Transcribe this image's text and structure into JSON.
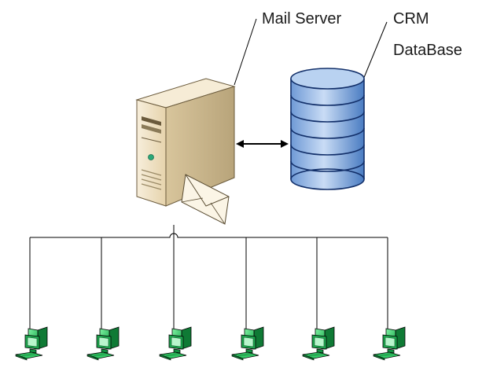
{
  "labels": {
    "mail_server": "Mail Server",
    "crm_line1": "CRM",
    "crm_line2": "DataBase"
  },
  "icons": {
    "server": "server-tower-icon",
    "mail": "envelope-icon",
    "database": "database-cylinder-icon",
    "workstation": "computer-workstation-icon",
    "link": "bidirectional-arrow-icon"
  },
  "workstation_count": 6,
  "colors": {
    "server_body": "#efe2c6",
    "server_shadow": "#b9a988",
    "db_fill": "#9fc0ea",
    "db_dark": "#3f6fb3",
    "pc_green": "#22c25a",
    "pc_dark": "#0f7a35",
    "line": "#000000"
  }
}
